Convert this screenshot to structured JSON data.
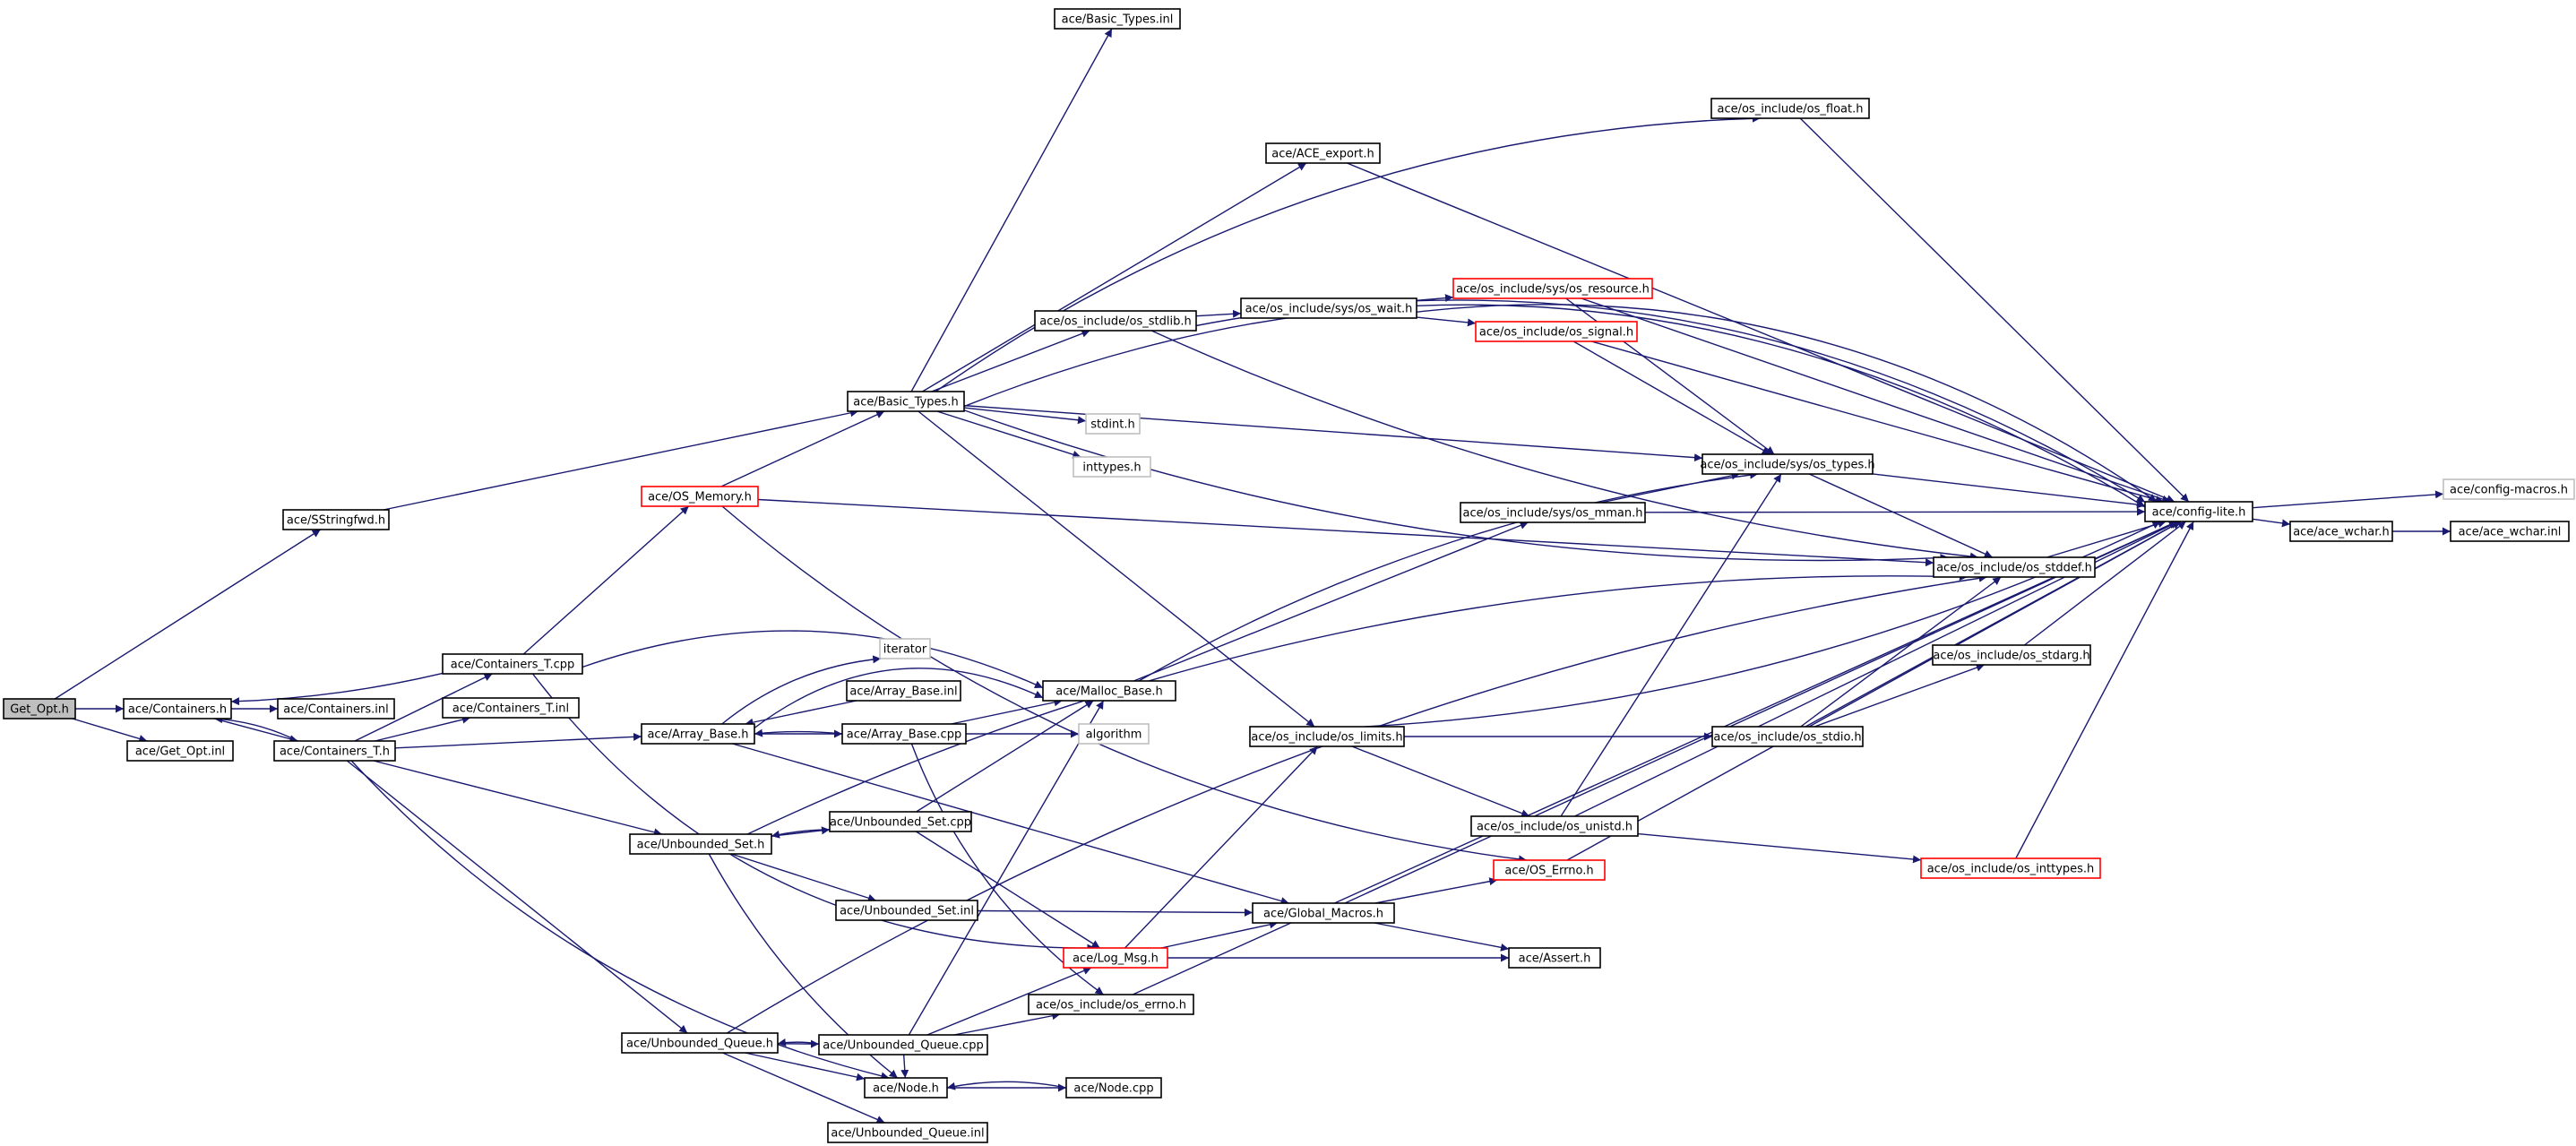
{
  "graph": {
    "title": "",
    "edge_color": "#191970",
    "missing_color": "#ff0000",
    "external_color": "#bfbfbf",
    "nodes": {
      "get_opt_h": {
        "label": "Get_Opt.h",
        "style": "root"
      },
      "containers_h": {
        "label": "ace/Containers.h",
        "style": "normal"
      },
      "get_opt_inl": {
        "label": "ace/Get_Opt.inl",
        "style": "normal"
      },
      "containers_inl": {
        "label": "ace/Containers.inl",
        "style": "normal"
      },
      "containers_t_h": {
        "label": "ace/Containers_T.h",
        "style": "normal"
      },
      "containers_t_cpp": {
        "label": "ace/Containers_T.cpp",
        "style": "normal"
      },
      "containers_t_inl": {
        "label": "ace/Containers_T.inl",
        "style": "normal"
      },
      "sstringfwd_h": {
        "label": "ace/SStringfwd.h",
        "style": "normal"
      },
      "os_memory_h": {
        "label": "ace/OS_Memory.h",
        "style": "missing"
      },
      "basic_types_h": {
        "label": "ace/Basic_Types.h",
        "style": "normal"
      },
      "basic_types_inl": {
        "label": "ace/Basic_Types.inl",
        "style": "normal"
      },
      "ace_export_h": {
        "label": "ace/ACE_export.h",
        "style": "normal"
      },
      "os_stdlib_h": {
        "label": "ace/os_include/os_stdlib.h",
        "style": "normal"
      },
      "stdint_h": {
        "label": "stdint.h",
        "style": "external"
      },
      "inttypes_h": {
        "label": "inttypes.h",
        "style": "external"
      },
      "os_float_h": {
        "label": "ace/os_include/os_float.h",
        "style": "normal"
      },
      "sys_os_wait_h": {
        "label": "ace/os_include/sys/os_wait.h",
        "style": "normal"
      },
      "sys_os_resource_h": {
        "label": "ace/os_include/sys/os_resource.h",
        "style": "missing"
      },
      "os_signal_h": {
        "label": "ace/os_include/os_signal.h",
        "style": "missing"
      },
      "sys_os_types_h": {
        "label": "ace/os_include/sys/os_types.h",
        "style": "normal"
      },
      "sys_os_mman_h": {
        "label": "ace/os_include/sys/os_mman.h",
        "style": "normal"
      },
      "os_stddef_h": {
        "label": "ace/os_include/os_stddef.h",
        "style": "normal"
      },
      "config_lite_h": {
        "label": "ace/config-lite.h",
        "style": "normal"
      },
      "config_macros_h": {
        "label": "ace/config-macros.h",
        "style": "external"
      },
      "ace_wchar_h": {
        "label": "ace/ace_wchar.h",
        "style": "normal"
      },
      "ace_wchar_inl": {
        "label": "ace/ace_wchar.inl",
        "style": "normal"
      },
      "os_stdarg_h": {
        "label": "ace/os_include/os_stdarg.h",
        "style": "normal"
      },
      "os_stdio_h": {
        "label": "ace/os_include/os_stdio.h",
        "style": "normal"
      },
      "os_limits_h": {
        "label": "ace/os_include/os_limits.h",
        "style": "normal"
      },
      "os_unistd_h": {
        "label": "ace/os_include/os_unistd.h",
        "style": "normal"
      },
      "os_inttypes_h": {
        "label": "ace/os_include/os_inttypes.h",
        "style": "missing"
      },
      "os_errno_h_top": {
        "label": "ace/OS_Errno.h",
        "style": "missing"
      },
      "iterator": {
        "label": "iterator",
        "style": "external"
      },
      "array_base_inl": {
        "label": "ace/Array_Base.inl",
        "style": "normal"
      },
      "array_base_cpp": {
        "label": "ace/Array_Base.cpp",
        "style": "normal"
      },
      "array_base_h": {
        "label": "ace/Array_Base.h",
        "style": "normal"
      },
      "malloc_base_h": {
        "label": "ace/Malloc_Base.h",
        "style": "normal"
      },
      "algorithm": {
        "label": "algorithm",
        "style": "external"
      },
      "unbounded_set_cpp": {
        "label": "ace/Unbounded_Set.cpp",
        "style": "normal"
      },
      "unbounded_set_h": {
        "label": "ace/Unbounded_Set.h",
        "style": "normal"
      },
      "unbounded_set_inl": {
        "label": "ace/Unbounded_Set.inl",
        "style": "normal"
      },
      "global_macros_h": {
        "label": "ace/Global_Macros.h",
        "style": "normal"
      },
      "log_msg_h": {
        "label": "ace/Log_Msg.h",
        "style": "missing"
      },
      "assert_h": {
        "label": "ace/Assert.h",
        "style": "normal"
      },
      "os_include_os_errno_h": {
        "label": "ace/os_include/os_errno.h",
        "style": "normal"
      },
      "unbounded_queue_h": {
        "label": "ace/Unbounded_Queue.h",
        "style": "normal"
      },
      "unbounded_queue_cpp": {
        "label": "ace/Unbounded_Queue.cpp",
        "style": "normal"
      },
      "node_h": {
        "label": "ace/Node.h",
        "style": "normal"
      },
      "node_cpp": {
        "label": "ace/Node.cpp",
        "style": "normal"
      },
      "unbounded_queue_inl": {
        "label": "ace/Unbounded_Queue.inl",
        "style": "normal"
      }
    }
  }
}
